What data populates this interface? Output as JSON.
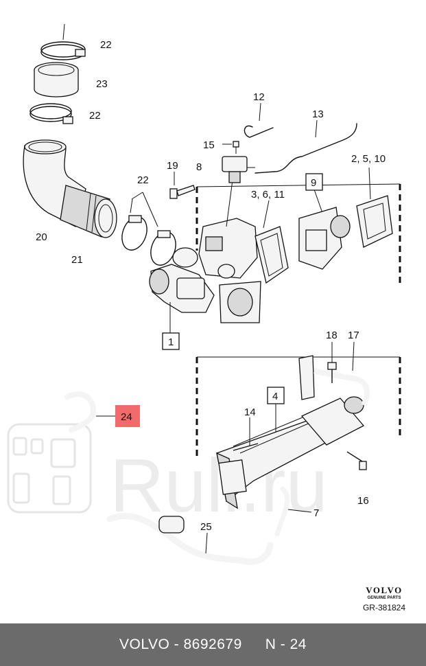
{
  "watermark": {
    "text": "Ruli.ru"
  },
  "callouts": [
    {
      "id": "c22a",
      "text": "22"
    },
    {
      "id": "c23",
      "text": "23"
    },
    {
      "id": "c22b",
      "text": "22"
    },
    {
      "id": "c20",
      "text": "20"
    },
    {
      "id": "c21",
      "text": "21"
    },
    {
      "id": "c22c",
      "text": "22"
    },
    {
      "id": "c19",
      "text": "19"
    },
    {
      "id": "c15",
      "text": "15"
    },
    {
      "id": "c12",
      "text": "12"
    },
    {
      "id": "c13",
      "text": "13"
    },
    {
      "id": "c8",
      "text": "8"
    },
    {
      "id": "c36",
      "text": "3, 6, 11"
    },
    {
      "id": "c9",
      "text": "9"
    },
    {
      "id": "c2510",
      "text": "2, 5, 10"
    },
    {
      "id": "c1",
      "text": "1"
    },
    {
      "id": "c18",
      "text": "18"
    },
    {
      "id": "c17",
      "text": "17"
    },
    {
      "id": "c4",
      "text": "4"
    },
    {
      "id": "c14",
      "text": "14"
    },
    {
      "id": "c24",
      "text": "24"
    },
    {
      "id": "c16",
      "text": "16"
    },
    {
      "id": "c7",
      "text": "7"
    },
    {
      "id": "c25",
      "text": "25"
    }
  ],
  "brand": {
    "logo": "VOLVO",
    "subtitle": "GENUINE PARTS",
    "code": "GR-381824"
  },
  "footer": {
    "part": "VOLVO - 8692679",
    "position": "N - 24"
  }
}
